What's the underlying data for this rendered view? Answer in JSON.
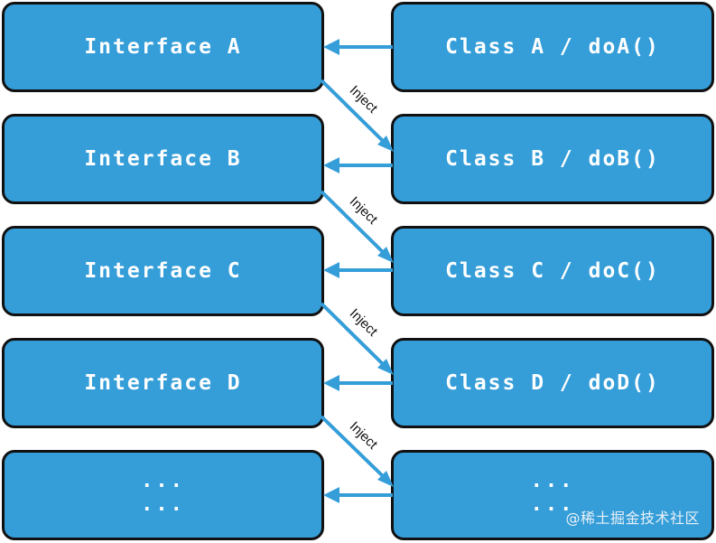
{
  "diagram": {
    "rows": [
      {
        "interface": "Interface A",
        "class": "Class A / doA()"
      },
      {
        "interface": "Interface B",
        "class": "Class B / doB()"
      },
      {
        "interface": "Interface C",
        "class": "Class C / doC()"
      },
      {
        "interface": "Interface D",
        "class": "Class D / doD()"
      }
    ],
    "ellipsis": {
      "line1": "...",
      "line2": "..."
    },
    "inject_label": "Inject",
    "colors": {
      "box_fill": "#359ed9",
      "box_border": "#111111",
      "arrow": "#359ed9",
      "text": "#ffffff"
    }
  },
  "watermark": "@稀土掘金技术社区"
}
